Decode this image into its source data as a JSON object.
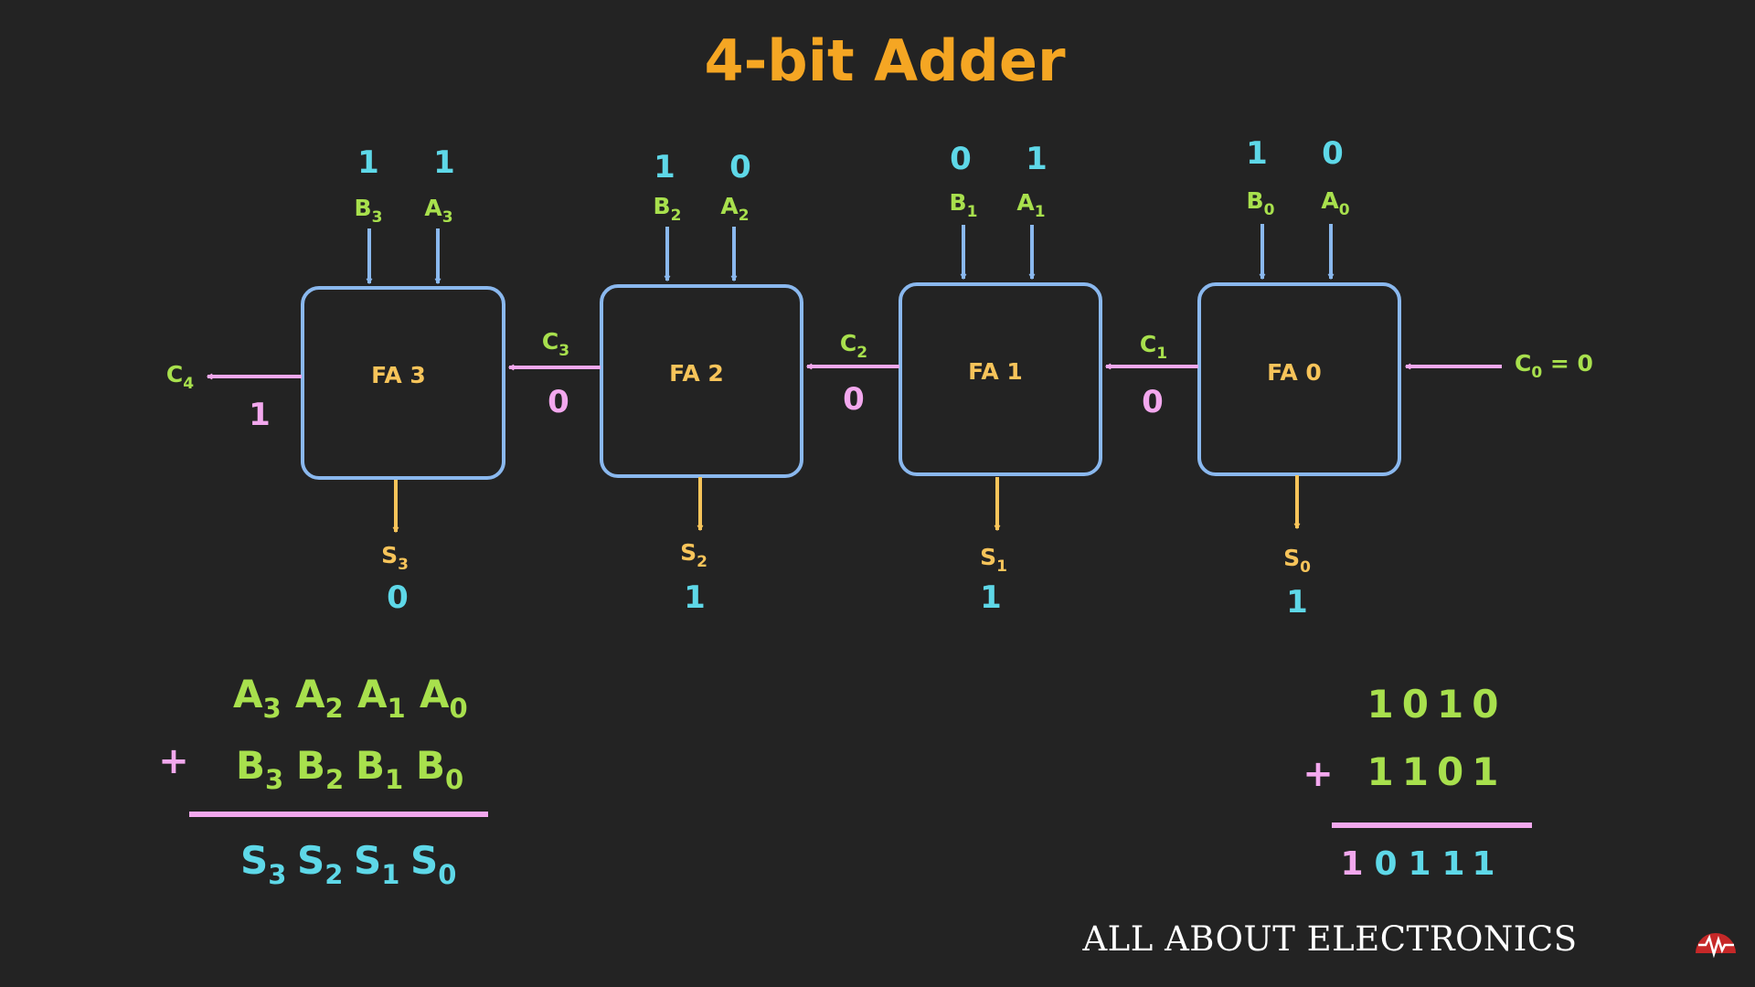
{
  "title": "4-bit Adder",
  "adders": [
    {
      "label": "FA 3",
      "b_name": "B",
      "b_sub": "3",
      "a_name": "A",
      "a_sub": "3",
      "b_val": "1",
      "a_val": "1",
      "s_name": "S",
      "s_sub": "3",
      "s_val": "0"
    },
    {
      "label": "FA 2",
      "b_name": "B",
      "b_sub": "2",
      "a_name": "A",
      "a_sub": "2",
      "b_val": "1",
      "a_val": "0",
      "s_name": "S",
      "s_sub": "2",
      "s_val": "1"
    },
    {
      "label": "FA 1",
      "b_name": "B",
      "b_sub": "1",
      "a_name": "A",
      "a_sub": "1",
      "b_val": "0",
      "a_val": "1",
      "s_name": "S",
      "s_sub": "1",
      "s_val": "1"
    },
    {
      "label": "FA 0",
      "b_name": "B",
      "b_sub": "0",
      "a_name": "A",
      "a_sub": "0",
      "b_val": "1",
      "a_val": "0",
      "s_name": "S",
      "s_sub": "0",
      "s_val": "1"
    }
  ],
  "carries": {
    "c4": {
      "name": "C",
      "sub": "4",
      "val": "1"
    },
    "c3": {
      "name": "C",
      "sub": "3",
      "val": "0"
    },
    "c2": {
      "name": "C",
      "sub": "2",
      "val": "0"
    },
    "c1": {
      "name": "C",
      "sub": "1",
      "val": "0"
    },
    "c0": {
      "name": "C",
      "sub": "0",
      "suffix": " = 0"
    }
  },
  "symbolic_sum": {
    "plus": "+",
    "row_a": [
      {
        "n": "A",
        "s": "3"
      },
      {
        "n": "A",
        "s": "2"
      },
      {
        "n": "A",
        "s": "1"
      },
      {
        "n": "A",
        "s": "0"
      }
    ],
    "row_b": [
      {
        "n": "B",
        "s": "3"
      },
      {
        "n": "B",
        "s": "2"
      },
      {
        "n": "B",
        "s": "1"
      },
      {
        "n": "B",
        "s": "0"
      }
    ],
    "row_s": [
      {
        "n": "S",
        "s": "3"
      },
      {
        "n": "S",
        "s": "2"
      },
      {
        "n": "S",
        "s": "1"
      },
      {
        "n": "S",
        "s": "0"
      }
    ]
  },
  "numeric_sum": {
    "plus": "+",
    "row_a": "1010",
    "row_b": "1101",
    "result": [
      "1",
      "0",
      "1",
      "1",
      "1"
    ]
  },
  "watermark": "ALL ABOUT ELECTRONICS",
  "colors": {
    "background": "#232323",
    "title": "#f5a623",
    "box_stroke": "#8ab8ee",
    "input_label": "#a8e04d",
    "value": "#5ed8e8",
    "carry": "#f3a8ee",
    "sum": "#f7c45a"
  },
  "icons": {
    "logo": "sine-wave-logo-icon"
  }
}
